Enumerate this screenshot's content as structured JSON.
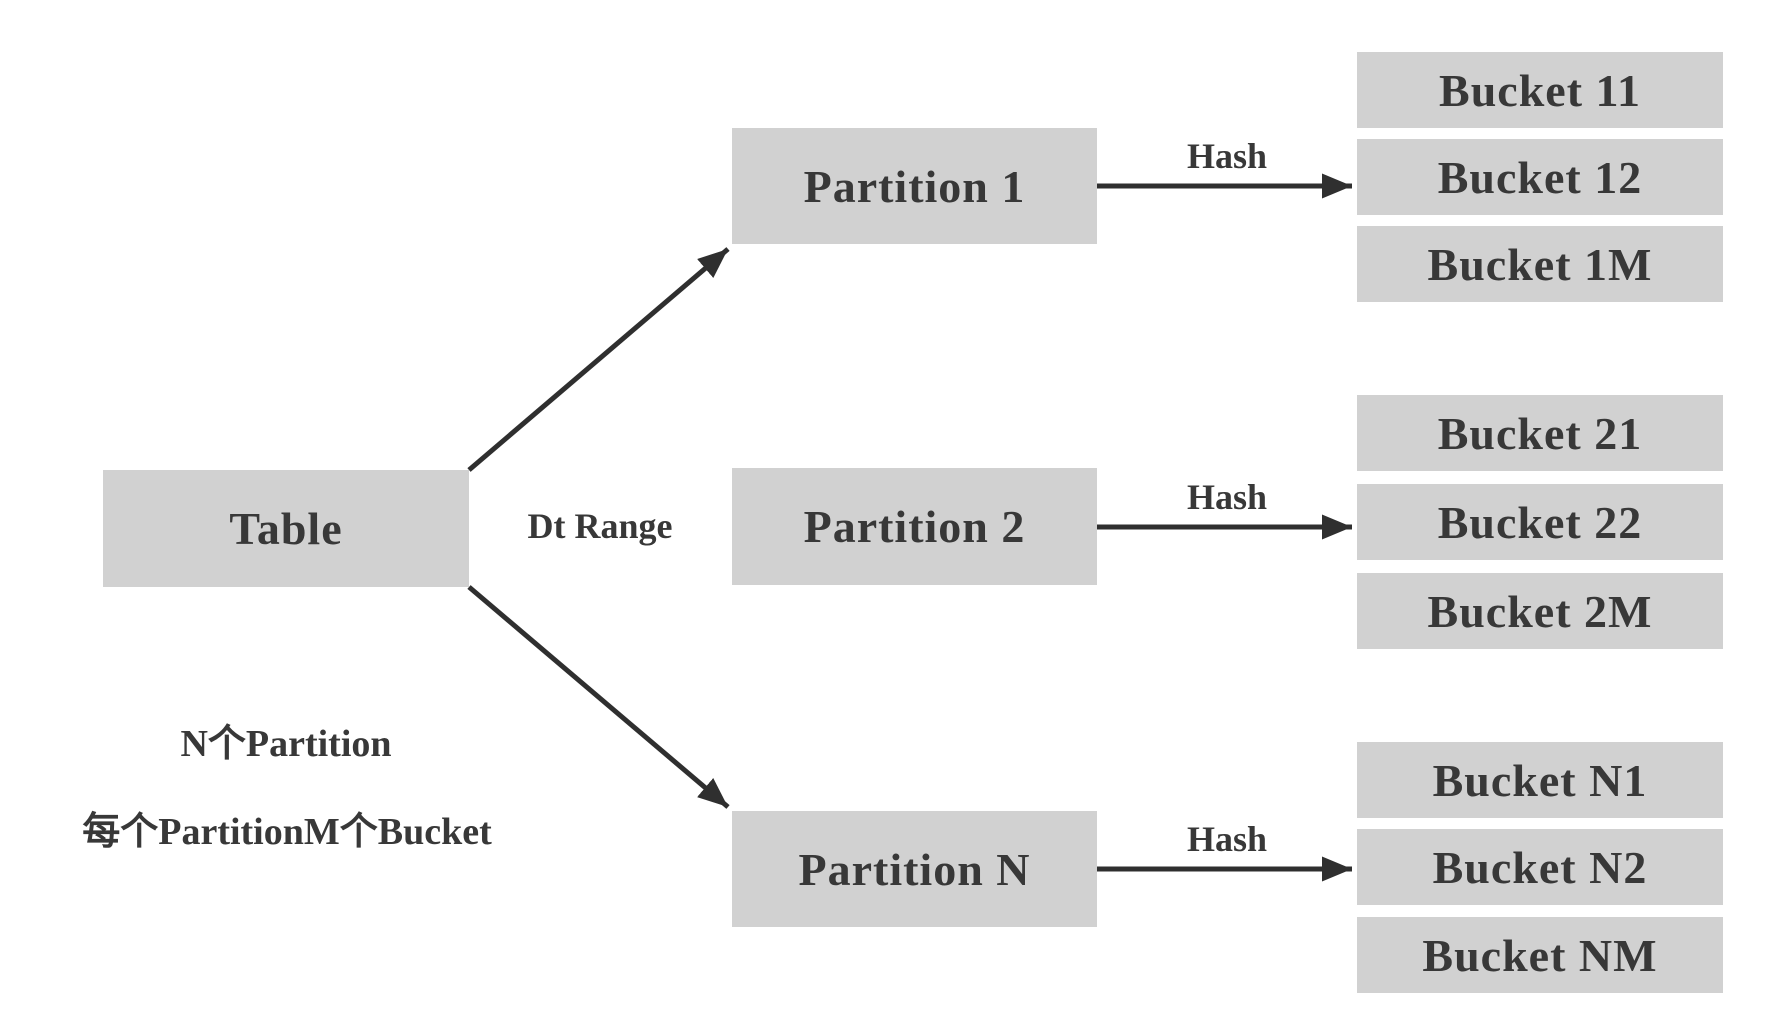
{
  "diagram": {
    "colors": {
      "background": "#ffffff",
      "box_fill": "#d1d1d1",
      "text": "#383838",
      "arrow": "#2f2f2f"
    },
    "table": {
      "label": "Table"
    },
    "partitions": [
      {
        "label": "Partition 1"
      },
      {
        "label": "Partition 2"
      },
      {
        "label": "Partition N"
      }
    ],
    "bucket_groups": [
      {
        "buckets": [
          "Bucket 11",
          "Bucket 12",
          "Bucket 1M"
        ]
      },
      {
        "buckets": [
          "Bucket 21",
          "Bucket 22",
          "Bucket 2M"
        ]
      },
      {
        "buckets": [
          "Bucket N1",
          "Bucket N2",
          "Bucket NM"
        ]
      }
    ],
    "edge_labels": {
      "dt_range": "Dt Range",
      "hash": "Hash"
    },
    "notes": [
      "N个Partition",
      "每个PartitionM个Bucket"
    ]
  }
}
